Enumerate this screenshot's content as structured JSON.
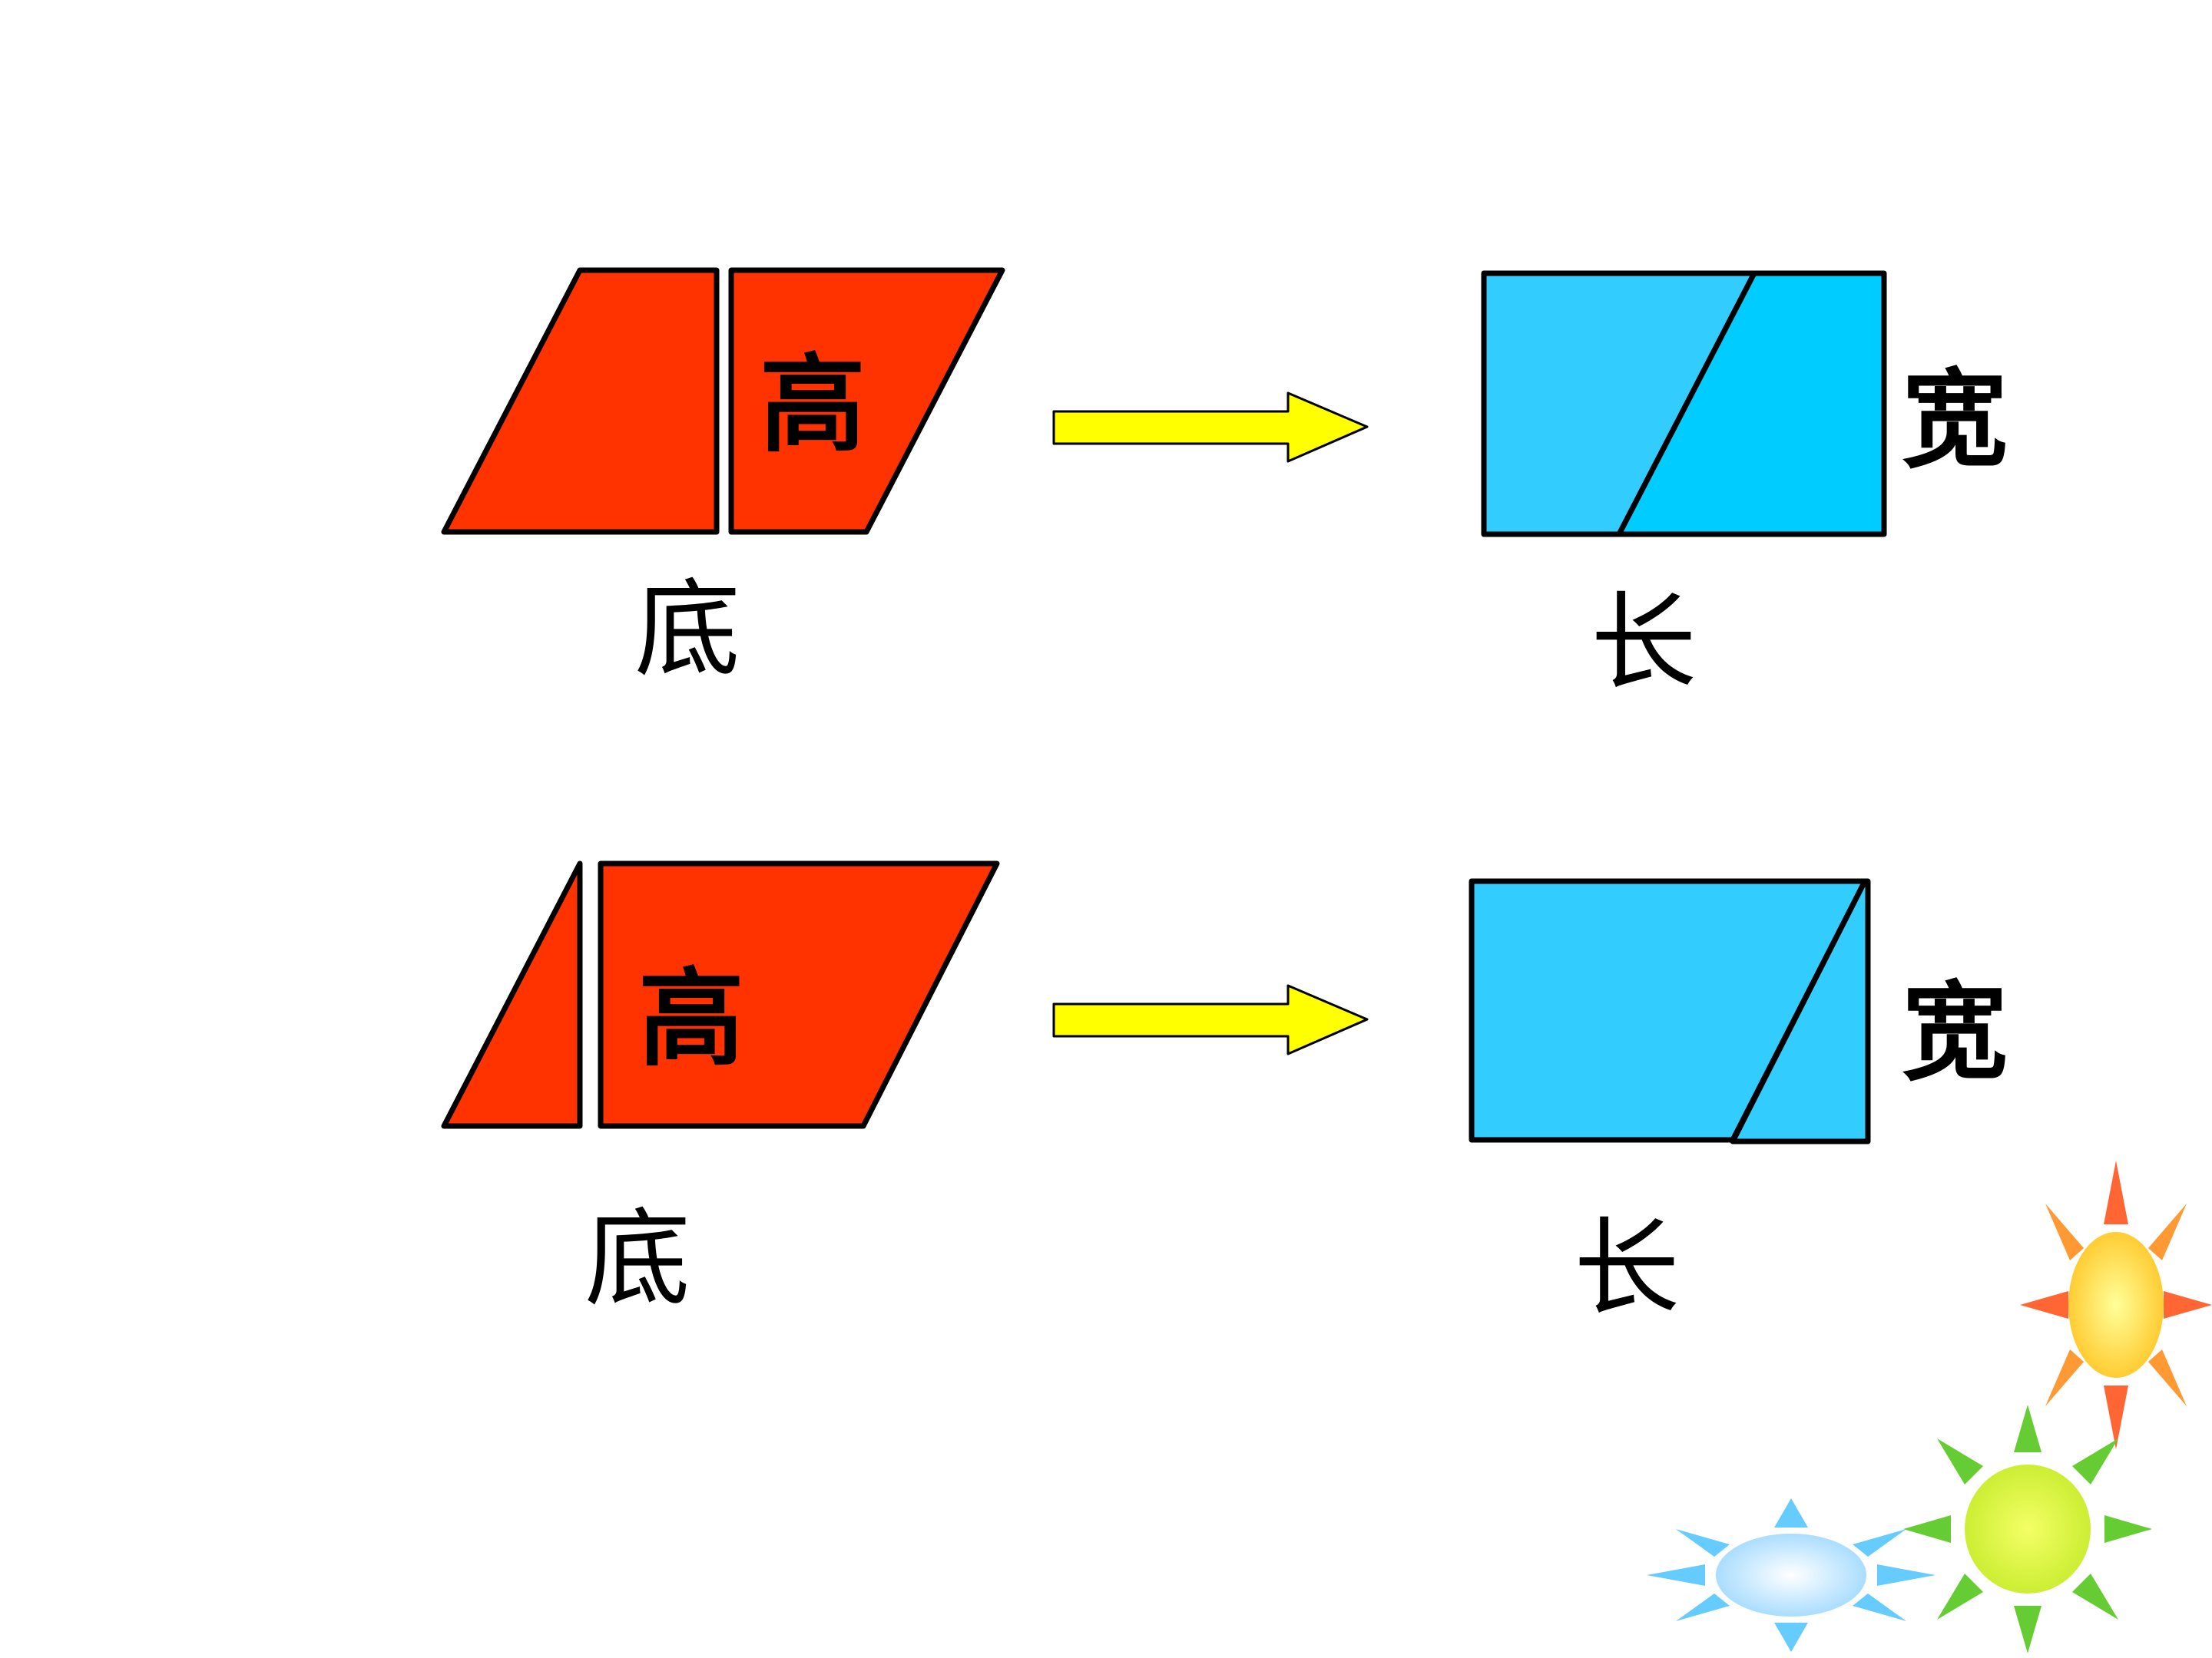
{
  "colors": {
    "parallelogram_fill": "#ff3300",
    "rectangle_fill_light": "#33ccff",
    "rectangle_fill_deep": "#00ccff",
    "arrow_fill": "#ffff00",
    "outline": "#000000",
    "sun_orange": "#ffcc33",
    "sun_green": "#ccff33",
    "sun_blue": "#99ddff"
  },
  "rows": [
    {
      "height_label": "高",
      "base_label": "底",
      "width_label": "宽",
      "length_label": "长"
    },
    {
      "height_label": "高",
      "base_label": "底",
      "width_label": "宽",
      "length_label": "长"
    }
  ],
  "decorations": [
    "sun-orange-icon",
    "sun-green-icon",
    "sun-blue-icon"
  ]
}
